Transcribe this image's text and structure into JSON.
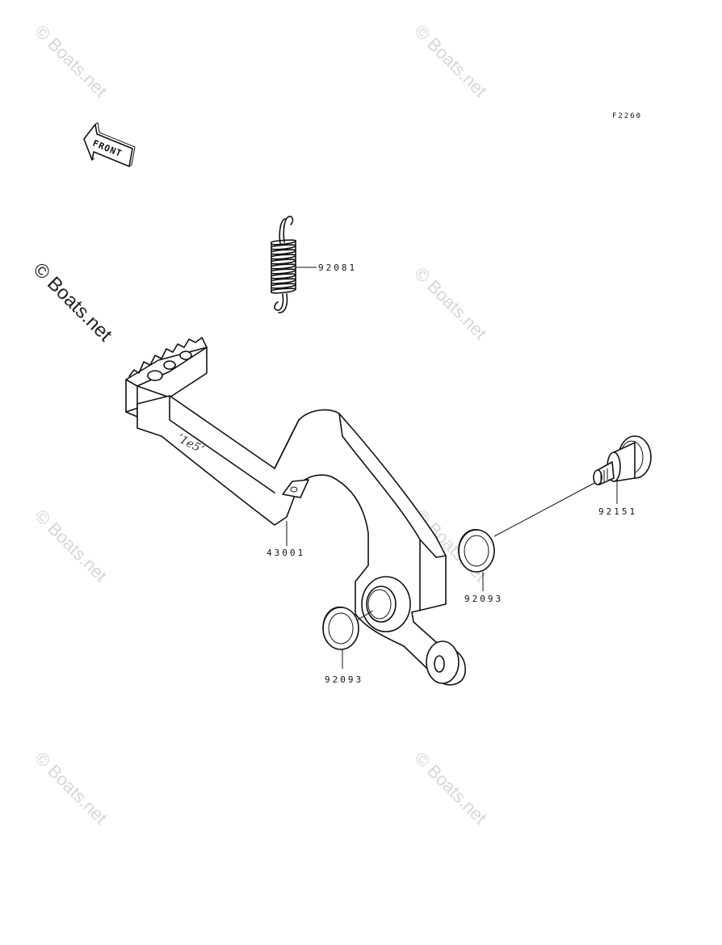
{
  "diagram": {
    "code": "F2260",
    "front_label": "FRONT",
    "parts": {
      "spring": "92081",
      "pedal": "43001",
      "bolt": "92151",
      "seal_right": "92093",
      "seal_left": "92093"
    },
    "watermark": "© Boats.net",
    "pedal_marking": "ʼ1e5ʼ"
  }
}
